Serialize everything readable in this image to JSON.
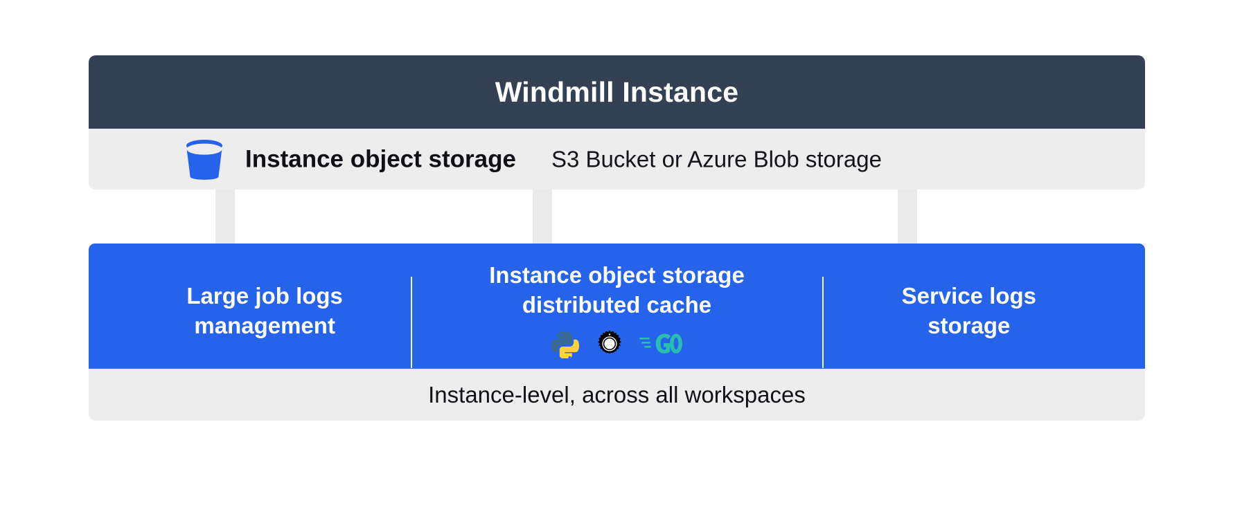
{
  "header": {
    "title": "Windmill Instance"
  },
  "storage_row": {
    "icon": "s3-bucket-icon",
    "label": "Instance object storage",
    "description": "S3 Bucket or Azure Blob storage"
  },
  "connectors": [
    {
      "name": "arrow-to-large-job-logs",
      "direction": "down"
    },
    {
      "name": "arrow-to-distributed-cache",
      "direction": "down"
    },
    {
      "name": "arrow-to-service-logs",
      "direction": "down"
    }
  ],
  "features": [
    {
      "title": "Large job logs\nmanagement",
      "languages": []
    },
    {
      "title": "Instance object storage\ndistributed cache",
      "languages": [
        "python-logo-icon",
        "rust-logo-icon",
        "go-logo-icon"
      ]
    },
    {
      "title": "Service logs\nstorage",
      "languages": []
    }
  ],
  "footer": {
    "text": "Instance-level, across all workspaces"
  },
  "colors": {
    "header_background": "#344054",
    "band_background": "#eeedee",
    "accent_blue": "#2563eb",
    "bucket_blue": "#2563eb",
    "text_light": "#ffffff",
    "text_dark": "#0f1117",
    "python_blue": "#3a6b8f",
    "python_yellow": "#ffd43b",
    "rust_black": "#000000",
    "go_cyan": "#29beb0"
  }
}
